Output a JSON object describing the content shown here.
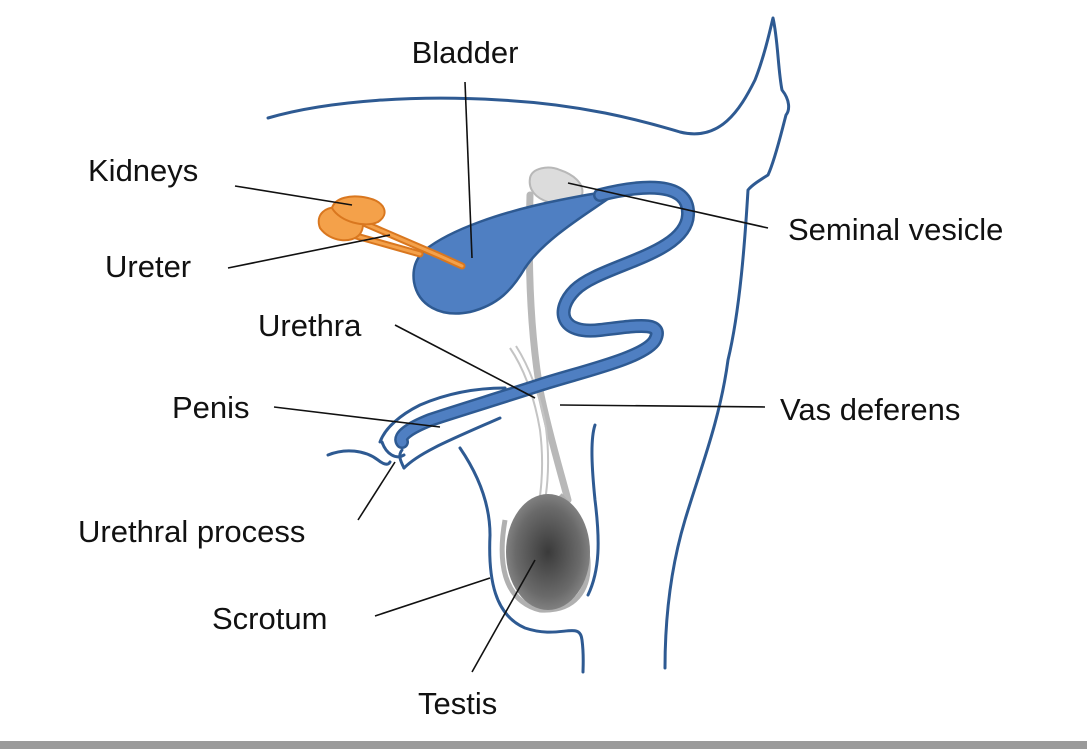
{
  "labels": {
    "bladder": "Bladder",
    "kidneys": "Kidneys",
    "ureter": "Ureter",
    "urethra": "Urethra",
    "penis": "Penis",
    "urethral_process": "Urethral process",
    "scrotum": "Scrotum",
    "testis": "Testis",
    "seminal_vesicle": "Seminal vesicle",
    "vas_deferens": "Vas deferens"
  },
  "colors": {
    "body_outline": "#2e5a92",
    "bladder_fill": "#4f7fc2",
    "kidney_fill": "#f4a14a",
    "kidney_stroke": "#d9771f",
    "vas_deferens": "#4f7fc2",
    "urethra_gray": "#b8b8b8",
    "testis_dark": "#555555",
    "seminal_vesicle": "#dcdcdc"
  }
}
